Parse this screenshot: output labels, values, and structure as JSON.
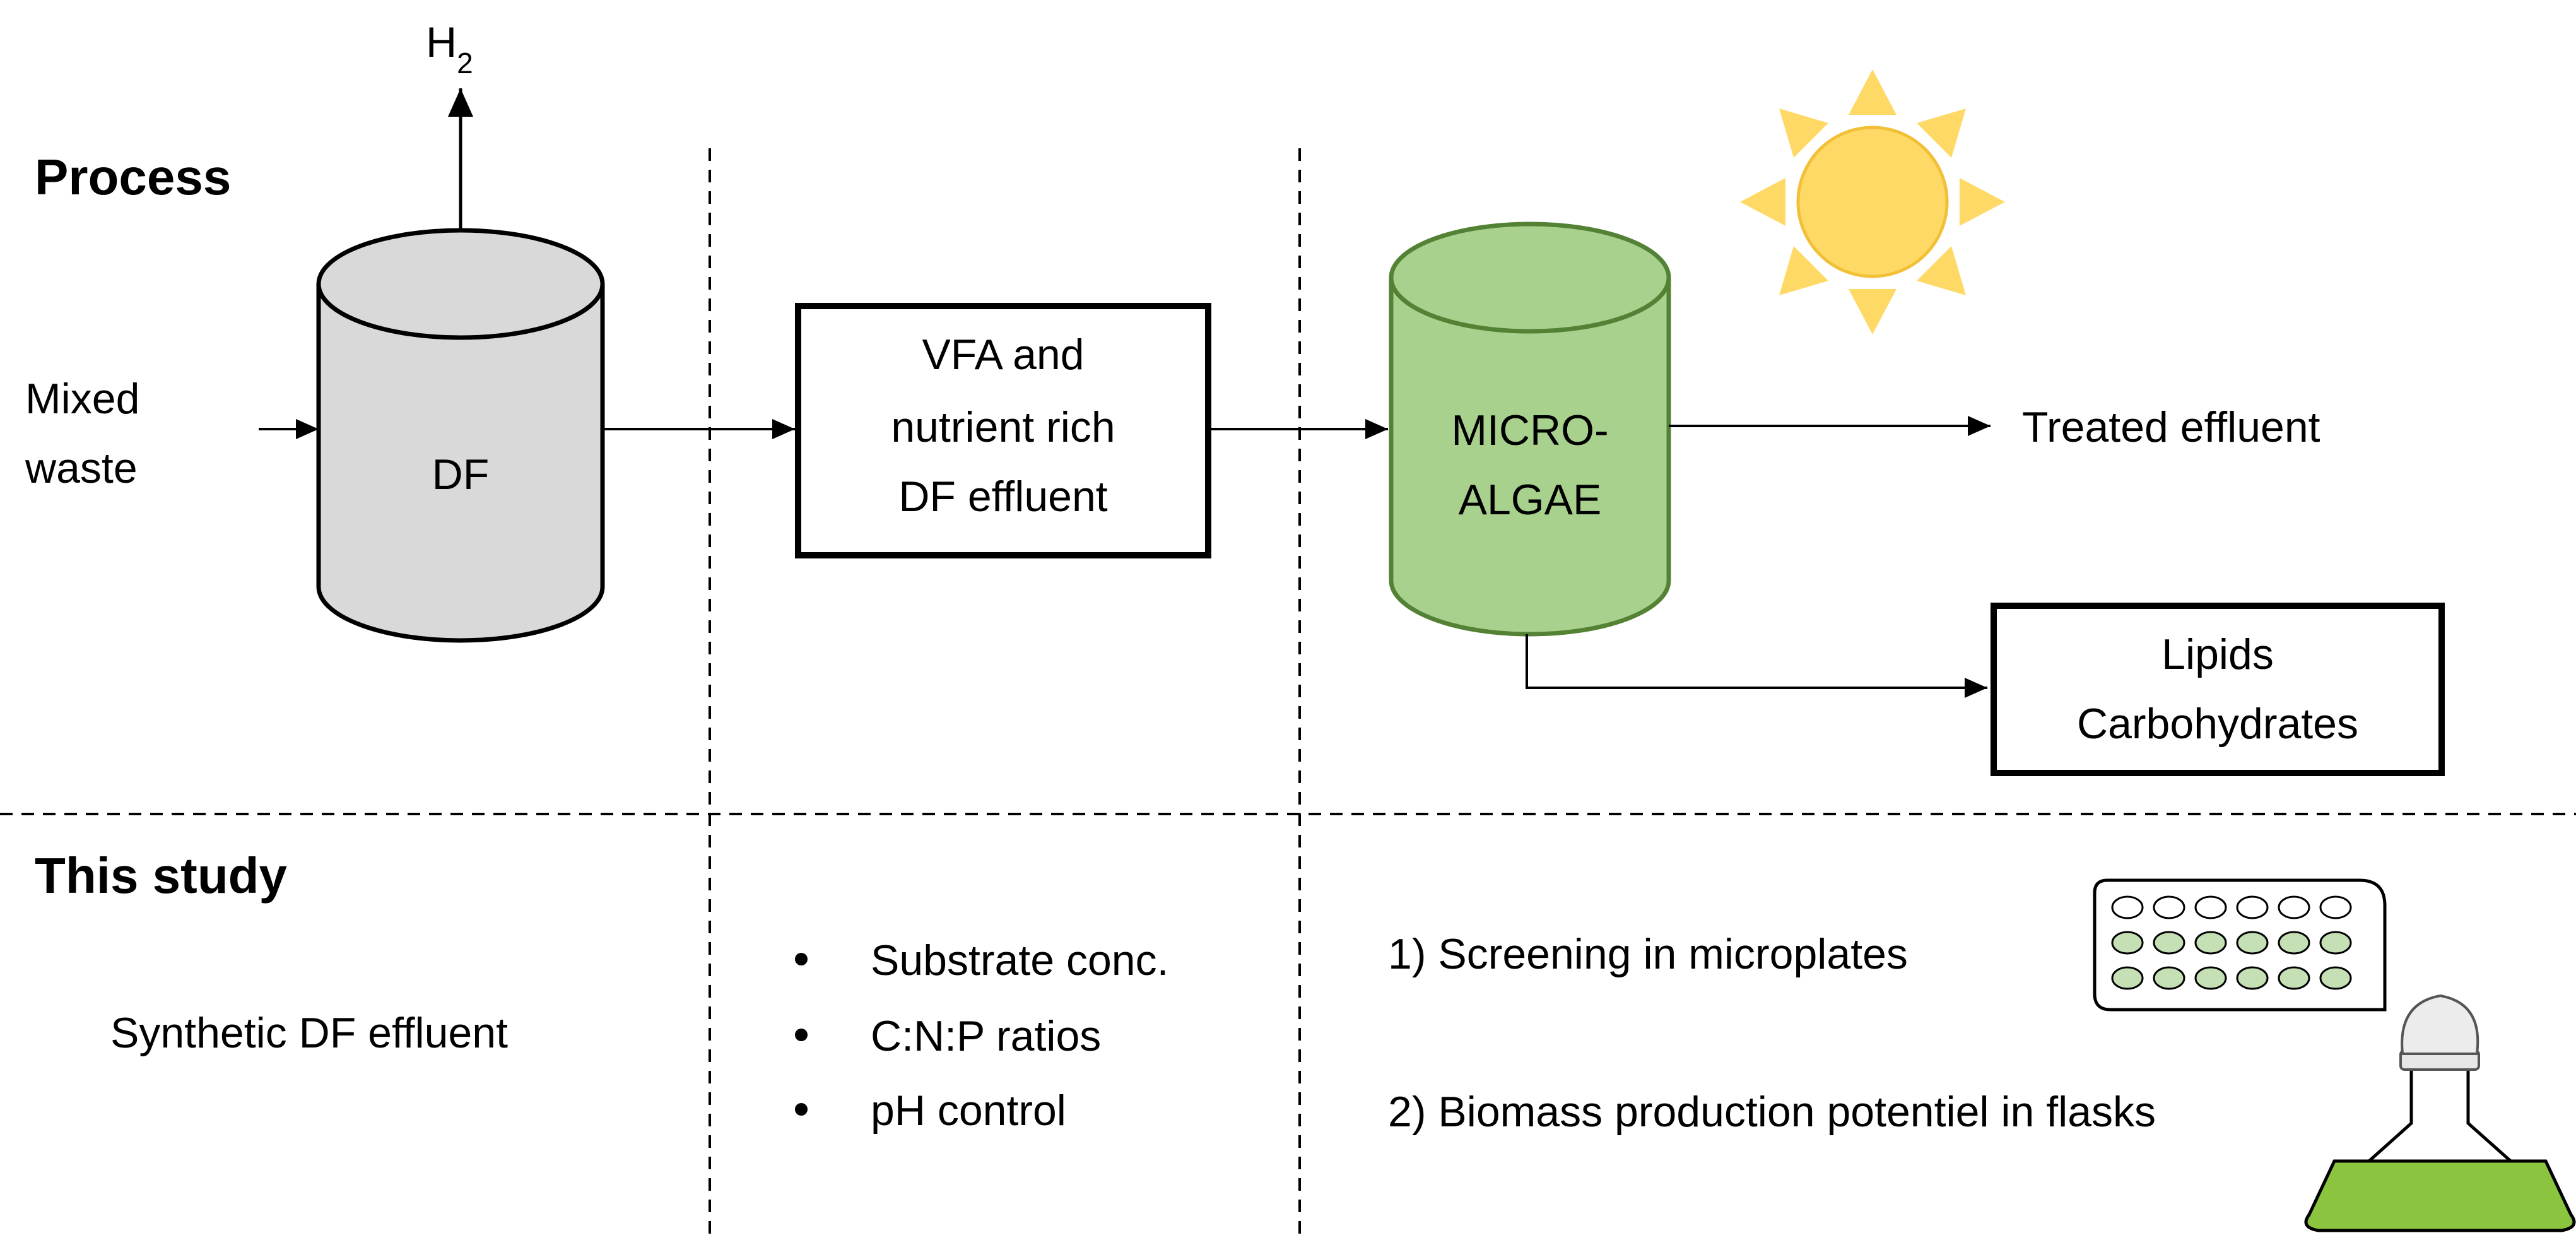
{
  "process": {
    "heading": "Process",
    "gas_output": "H",
    "gas_output_subscript": "2",
    "input_label_line1": "Mixed",
    "input_label_line2": "waste",
    "reactor_label": "DF",
    "effluent_box_line1": "VFA and",
    "effluent_box_line2": "nutrient rich",
    "effluent_box_line3": "DF effluent",
    "algae_label_line1": "MICRO-",
    "algae_label_line2": "ALGAE",
    "treated_output": "Treated effluent",
    "products_line1": "Lipids",
    "products_line2": "Carbohydrates"
  },
  "study": {
    "heading": "This study",
    "substrate": "Synthetic DF effluent",
    "parameters": [
      "Substrate conc.",
      "C:N:P ratios",
      "pH control"
    ],
    "steps": [
      "1) Screening in microplates",
      "2) Biomass production potentiel in flasks"
    ]
  },
  "colors": {
    "df_reactor_fill": "#d9d9d9",
    "algae_reactor_fill": "#a9d18e",
    "sun_fill": "#ffd966",
    "microplate_well_fill": "#c5e0b4",
    "flask_liquid": "#8bc53f"
  }
}
